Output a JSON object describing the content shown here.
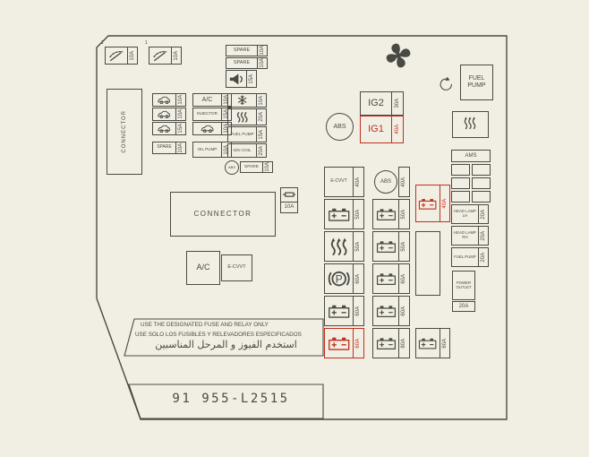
{
  "colors": {
    "background": "#f1eee4",
    "line": "#4a4a44",
    "highlight_red": "#c1301f"
  },
  "part_number": "91 955-L2515",
  "warning_label": {
    "english": "USE THE DESIGNATED FUSE AND RELAY ONLY",
    "spanish": "USE SOLO LOS FUSIBLES Y RELEVADORES ESPECIFICADOS",
    "arabic": "استخدم الفيوز و المرحل المناسبين"
  },
  "wiper_fuses": [
    {
      "mark": "1",
      "icon": "wiper-icon",
      "amp": "10A"
    },
    {
      "mark": "1",
      "icon": "wiper-icon",
      "amp": "10A"
    }
  ],
  "spare_top": [
    {
      "label": "SPARE",
      "amp": "10A"
    },
    {
      "label": "SPARE",
      "amp": "10A"
    },
    {
      "icon": "horn-icon",
      "amp": "15A"
    }
  ],
  "connector_left": {
    "label": "CONNECTOR"
  },
  "connector_center": {
    "label": "CONNECTOR"
  },
  "ac_relay": {
    "label": "A/C"
  },
  "ecvvt_relay": {
    "label": "E-CVVT"
  },
  "mid_grid": {
    "colA": [
      {
        "icon": "vehicle-icon",
        "amp": "10A"
      },
      {
        "icon": "vehicle-icon",
        "amp": "10A"
      },
      {
        "icon": "vehicle-icon",
        "amp": "15A"
      },
      {
        "label": "SPARE",
        "amp": "10A"
      }
    ],
    "colB": [
      {
        "label": "A/C",
        "amp": "10A"
      },
      {
        "label": "INJECTOR",
        "amp": "15A"
      },
      {
        "icon": "vehicle-icon",
        "amp": "10A"
      },
      {
        "label": "OIL PUMP",
        "amp": "10A"
      }
    ],
    "colC": [
      {
        "icon": "snowflake-icon",
        "amp": "10A"
      },
      {
        "icon": "heater-icon",
        "amp": "20A"
      },
      {
        "label": "FUEL PUMP",
        "amp": "15A"
      },
      {
        "label": "IGN COIL",
        "amp": "20A"
      },
      {
        "icon": "abs-badge",
        "label": "SPARE",
        "amp": "10A"
      }
    ]
  },
  "single_fuse": {
    "icon": "fuse-icon",
    "amp": "10A"
  },
  "fan": {
    "icon": "fan-icon"
  },
  "fuel_pump_relay": {
    "icon": "rotation-arrow-icon",
    "label": "FUEL PUMP"
  },
  "defroster": {
    "icon": "defrost-icon"
  },
  "ig_fuses": [
    {
      "label": "IG2",
      "amp": "30A",
      "red": false
    },
    {
      "label": "IG1",
      "amp": "40A",
      "red": true
    }
  ],
  "abs_label": "ABS",
  "right_grid": {
    "colA": [
      {
        "label": "E-CVVT",
        "amp": "40A"
      },
      {
        "icon": "battery-icon",
        "amp": "50A"
      },
      {
        "icon": "defrost-icon",
        "amp": "50A"
      },
      {
        "icon": "parking-brake-icon",
        "amp": "60A"
      },
      {
        "icon": "battery-icon",
        "amp": "60A"
      },
      {
        "icon": "battery-icon",
        "amp": "60A",
        "red": true
      }
    ],
    "colB": [
      {
        "icon": "abs-badge",
        "amp": "40A"
      },
      {
        "icon": "battery-icon",
        "amp": "50A"
      },
      {
        "icon": "battery-icon",
        "amp": "50A"
      },
      {
        "icon": "battery-icon",
        "amp": "60A"
      },
      {
        "icon": "battery-icon",
        "amp": "60A"
      },
      {
        "icon": "battery-icon",
        "amp": "80A"
      }
    ],
    "colC": [
      {
        "icon": "battery-icon",
        "amp": "40A",
        "red": true
      },
      {
        "icon": "battery-icon",
        "amp": "60A"
      }
    ]
  },
  "right_column": {
    "ams_label": "AMS",
    "circuits": [
      {
        "label": "HEAD LAMP LH",
        "amp": "20A"
      },
      {
        "label": "HEAD LAMP RH",
        "amp": "20A"
      },
      {
        "label": "FUEL PUMP",
        "amp": "20A"
      }
    ],
    "power_outlet": {
      "label": "POWER OUTLET",
      "amp": "20A"
    }
  }
}
